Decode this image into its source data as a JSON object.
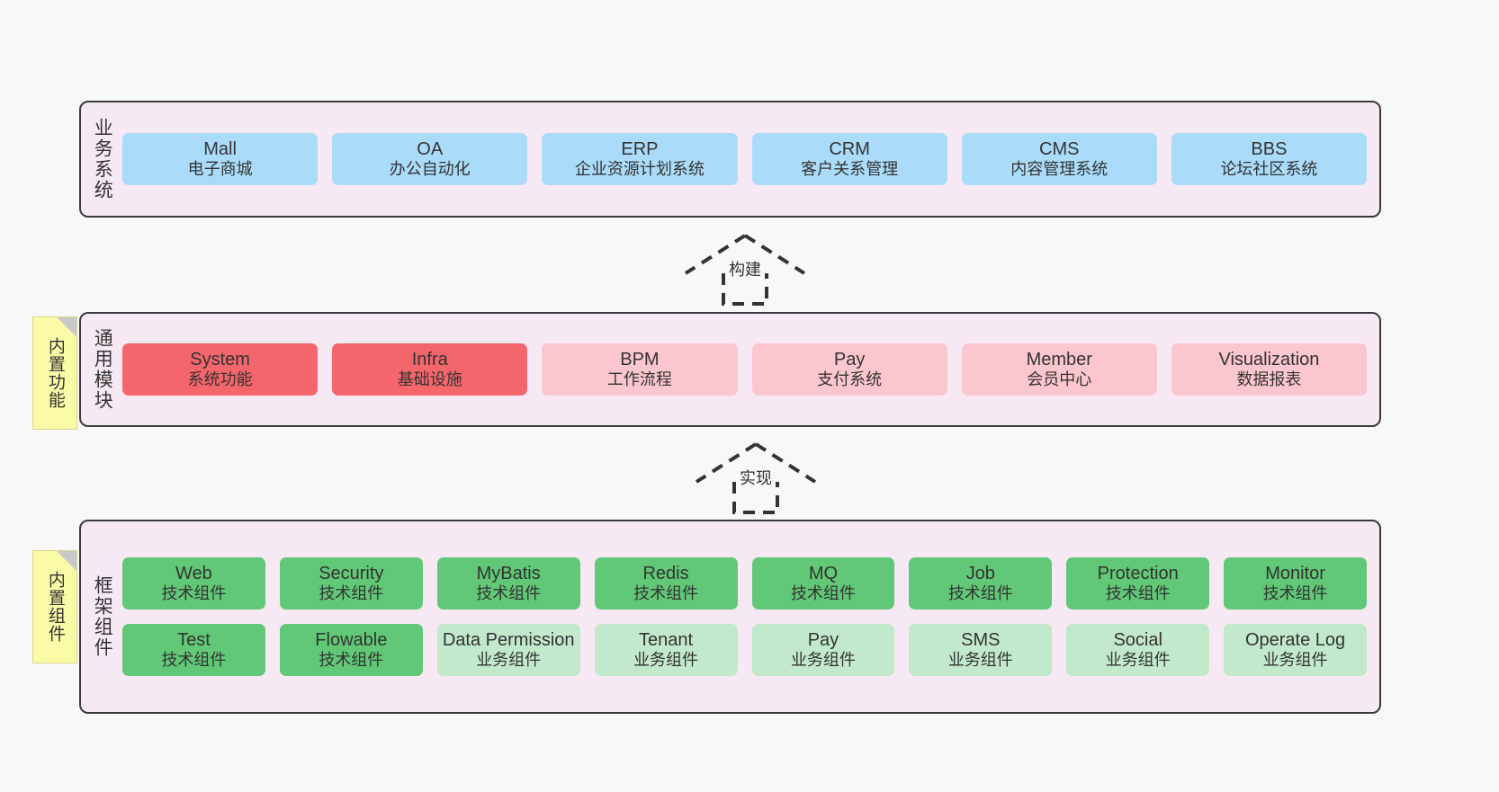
{
  "diagram": {
    "layers": [
      {
        "id": "business-systems",
        "title": "业务系统",
        "rows": [
          [
            {
              "en": "Mall",
              "cn": "电子商城",
              "color": "blue"
            },
            {
              "en": "OA",
              "cn": "办公自动化",
              "color": "blue"
            },
            {
              "en": "ERP",
              "cn": "企业资源计划系统",
              "color": "blue"
            },
            {
              "en": "CRM",
              "cn": "客户关系管理",
              "color": "blue"
            },
            {
              "en": "CMS",
              "cn": "内容管理系统",
              "color": "blue"
            },
            {
              "en": "BBS",
              "cn": "论坛社区系统",
              "color": "blue"
            }
          ]
        ]
      },
      {
        "id": "common-modules",
        "title": "通用模块",
        "note": "内置功能",
        "rows": [
          [
            {
              "en": "System",
              "cn": "系统功能",
              "color": "red"
            },
            {
              "en": "Infra",
              "cn": "基础设施",
              "color": "red"
            },
            {
              "en": "BPM",
              "cn": "工作流程",
              "color": "pink"
            },
            {
              "en": "Pay",
              "cn": "支付系统",
              "color": "pink"
            },
            {
              "en": "Member",
              "cn": "会员中心",
              "color": "pink"
            },
            {
              "en": "Visualization",
              "cn": "数据报表",
              "color": "pink"
            }
          ]
        ]
      },
      {
        "id": "framework-components",
        "title": "框架组件",
        "note": "内置组件",
        "rows": [
          [
            {
              "en": "Web",
              "cn": "技术组件",
              "color": "green"
            },
            {
              "en": "Security",
              "cn": "技术组件",
              "color": "green"
            },
            {
              "en": "MyBatis",
              "cn": "技术组件",
              "color": "green"
            },
            {
              "en": "Redis",
              "cn": "技术组件",
              "color": "green"
            },
            {
              "en": "MQ",
              "cn": "技术组件",
              "color": "green"
            },
            {
              "en": "Job",
              "cn": "技术组件",
              "color": "green"
            },
            {
              "en": "Protection",
              "cn": "技术组件",
              "color": "green"
            },
            {
              "en": "Monitor",
              "cn": "技术组件",
              "color": "green"
            }
          ],
          [
            {
              "en": "Test",
              "cn": "技术组件",
              "color": "green"
            },
            {
              "en": "Flowable",
              "cn": "技术组件",
              "color": "green"
            },
            {
              "en": "Data Permission",
              "cn": "业务组件",
              "color": "lightgreen",
              "wrap": true
            },
            {
              "en": "Tenant",
              "cn": "业务组件",
              "color": "lightgreen"
            },
            {
              "en": "Pay",
              "cn": "业务组件",
              "color": "lightgreen"
            },
            {
              "en": "SMS",
              "cn": "业务组件",
              "color": "lightgreen"
            },
            {
              "en": "Social",
              "cn": "业务组件",
              "color": "lightgreen"
            },
            {
              "en": "Operate Log",
              "cn": "业务组件",
              "color": "lightgreen"
            }
          ]
        ]
      }
    ],
    "connectors": [
      {
        "id": "build",
        "label": "构建"
      },
      {
        "id": "implement",
        "label": "实现"
      }
    ],
    "colors": {
      "container_fill": "#f7e9f3",
      "container_border": "#3a3a3a",
      "blue": "#aadcfa",
      "red": "#f4666b",
      "pink": "#fbc6ce",
      "green": "#61c877",
      "lightgreen": "#c2e9cb",
      "note_fill": "#fbfaa6",
      "page_background": "#f8f8f8"
    }
  }
}
